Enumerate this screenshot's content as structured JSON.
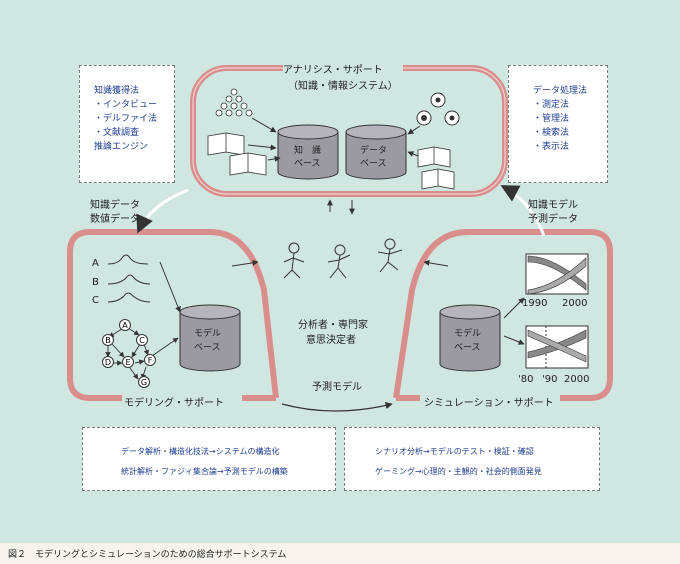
{
  "analysis": {
    "title": "アナリシス・サポート",
    "subtitle": "（知識・情報システム）"
  },
  "knowledge_base_label": [
    "知　識",
    "ベース"
  ],
  "data_base_label": [
    "データ",
    "ベース"
  ],
  "model_base_label": [
    "モデル",
    "ベース"
  ],
  "knowledge_box": {
    "items": [
      "知識獲得法",
      "・インタビュー",
      "・デルファイ法",
      "・文献調査",
      "推論エンジン"
    ]
  },
  "data_box": {
    "items": [
      "データ処理法",
      "・測定法",
      "・管理法",
      "・検索法",
      "・表示法"
    ]
  },
  "left_flow": {
    "line1": "知識データ",
    "line2": "数値データ"
  },
  "right_flow": {
    "line1": "知識モデル",
    "line2": "予測データ"
  },
  "center": {
    "line1": "分析者・専門家",
    "line2": "意思決定者"
  },
  "modeling": {
    "title": "モデリング・サポート",
    "curve_labels": [
      "A",
      "B",
      "C"
    ],
    "graph_nodes": [
      "A",
      "B",
      "C",
      "D",
      "E",
      "F",
      "G"
    ]
  },
  "simulation": {
    "title": "シミュレーション・サポート",
    "chart1_ticks": [
      "1990",
      "2000"
    ],
    "chart2_ticks": [
      "'80",
      "'90",
      "2000"
    ]
  },
  "forecast_label": "予測モデル",
  "bottom_left": {
    "line1": "データ解析・構造化技法→システムの構造化",
    "line2": "統計解析・ファジィ集合論→予測モデルの構築"
  },
  "bottom_right": {
    "line1": "シナリオ分析→モデルのテスト・検証・確認",
    "line2": "ゲーミング→心理的・主観的・社会的側面発見"
  },
  "caption": "図２　モデリングとシミュレーションのための総合サポートシステム",
  "colors": {
    "background": "#cfe6e1",
    "frame": "#d98e8c",
    "cylinder": "#9a9aa0",
    "box_text": "#1e3d8f"
  }
}
